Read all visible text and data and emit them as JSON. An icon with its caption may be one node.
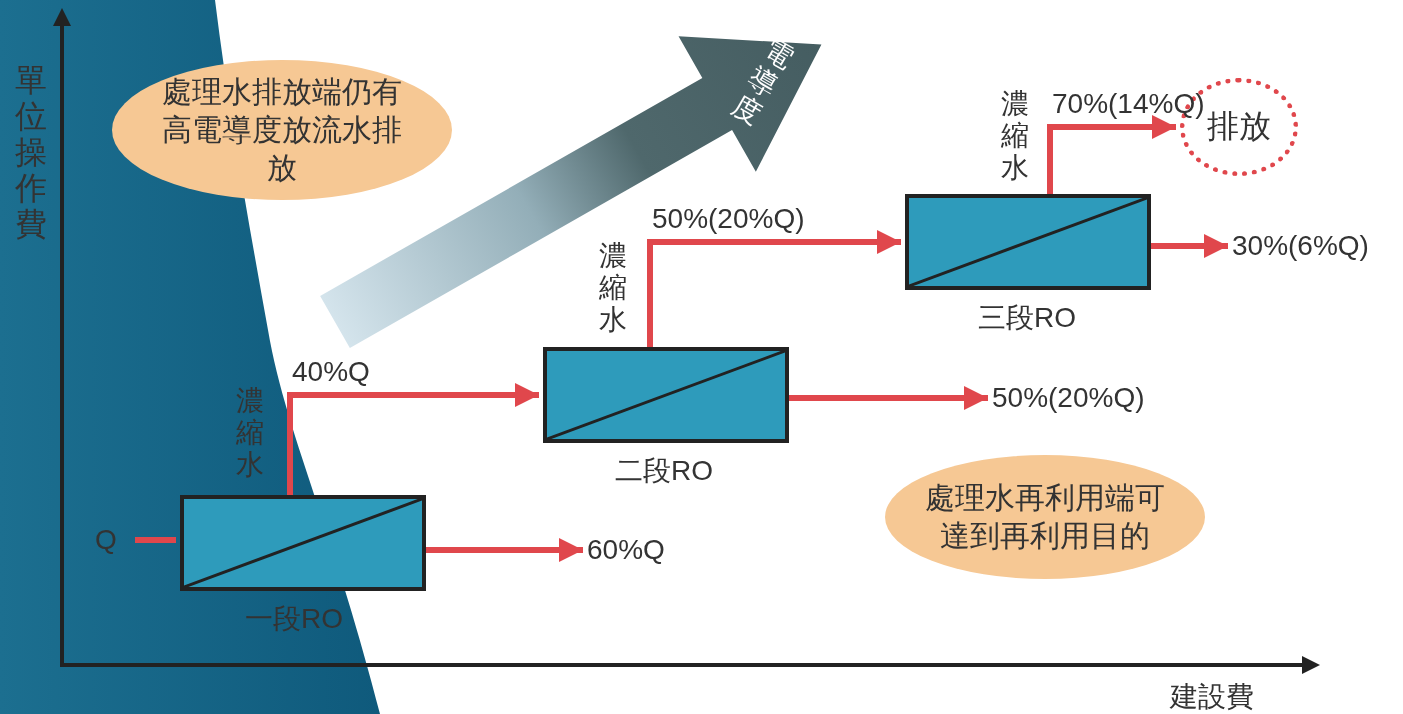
{
  "diagram": {
    "nodes": [
      {
        "text": [
          "處理水排放端仍有高電導度放流水排放"
        ]
      },
      {
        "text": [
          "Q"
        ]
      },
      {
        "text": [],
        "shape": "box",
        "beside": [
          "一段RO"
        ]
      },
      {
        "text": [
          "60%Q"
        ]
      },
      {
        "text": [],
        "shape": "box",
        "beside": [
          "二段RO"
        ]
      },
      {
        "text": [
          "50%(20%Q)"
        ]
      },
      {
        "text": [],
        "shape": "box",
        "beside": [
          "三段RO"
        ]
      },
      {
        "text": [
          "30%(6%Q)"
        ]
      },
      {
        "text": [
          "排放"
        ]
      },
      {
        "text": [
          "處理水再利用端可達到再利用目的"
        ]
      }
    ],
    "edges": [
      {
        "from": 1,
        "to": 2,
        "arrow": "none"
      },
      {
        "from": 2,
        "to": 3,
        "arrow": "to"
      },
      {
        "from": 2,
        "to": 4,
        "arrow": "to",
        "label": "40%Q"
      },
      {
        "from": 4,
        "to": 5,
        "arrow": "to"
      },
      {
        "from": 4,
        "to": 6,
        "arrow": "to",
        "label": "50%(20%Q)"
      },
      {
        "from": 6,
        "to": 7,
        "arrow": "to"
      },
      {
        "from": 6,
        "to": 8,
        "arrow": "to",
        "label": "70%(14%Q)"
      }
    ],
    "labels": [
      "單位操作費",
      "電導度",
      "濃縮水",
      "濃縮水",
      "濃縮水",
      "建設費"
    ]
  }
}
